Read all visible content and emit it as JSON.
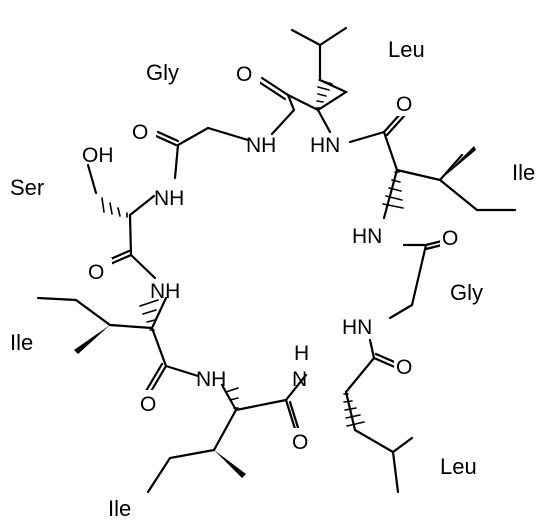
{
  "residue_labels": {
    "gly_top": "Gly",
    "leu_top": "Leu",
    "ile_right": "Ile",
    "ser": "Ser",
    "gly_right": "Gly",
    "ile_left": "Ile",
    "leu_bottom": "Leu",
    "ile_bottom": "Ile"
  },
  "atom_labels": {
    "o": "O",
    "nh": "NH",
    "hn": "HN",
    "h": "H",
    "n": "N",
    "oh": "OH"
  },
  "colors": {
    "bond": "#000000",
    "background": "#ffffff"
  }
}
